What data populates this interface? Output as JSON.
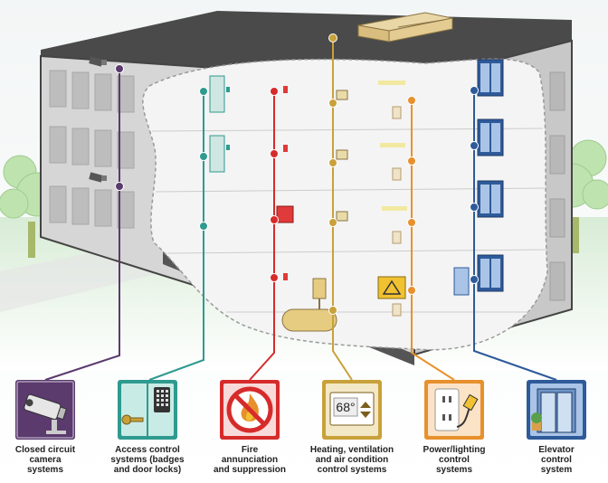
{
  "thermostat_reading": "68°",
  "systems": [
    {
      "id": "cctv",
      "label": "Closed circuit\ncamera\nsystems",
      "color": "#5b3a6e",
      "icon": "security-camera-icon"
    },
    {
      "id": "access",
      "label": "Access control\nsystems (badges\nand door locks)",
      "color": "#2f9a8f",
      "icon": "keypad-door-lock-icon"
    },
    {
      "id": "fire",
      "label": "Fire\nannunciation\nand suppression",
      "color": "#d62b2b",
      "icon": "no-fire-icon"
    },
    {
      "id": "hvac",
      "label": "Heating, ventilation\nand air condition\ncontrol systems",
      "color": "#c9a13a",
      "icon": "thermostat-icon"
    },
    {
      "id": "power",
      "label": "Power/lighting\ncontrol\nsystems",
      "color": "#e8902c",
      "icon": "power-outlet-plug-icon"
    },
    {
      "id": "elevator",
      "label": "Elevator\ncontrol\nsystem",
      "color": "#2e5a9a",
      "icon": "elevator-icon"
    }
  ]
}
